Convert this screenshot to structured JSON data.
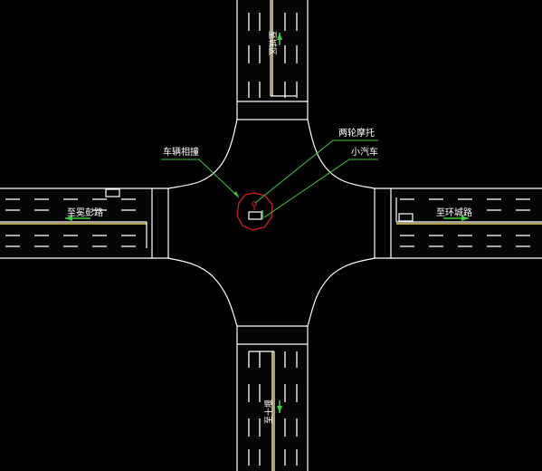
{
  "colors": {
    "background": "#000000",
    "road_lines": "#ffffff",
    "center_line": "#e8d86a",
    "leader_lines": "#39c739",
    "accident_circle": "#e02020",
    "direction_arrow": "#3ccf3c"
  },
  "annotations": {
    "collision": "车辆相撞",
    "motorcycle": "两轮摩托",
    "car": "小汽车"
  },
  "roads": {
    "west_label": "至冕彭路",
    "east_label": "至环城路",
    "north_label": "至城区",
    "south_label": "至十堰"
  },
  "icons": {
    "direction": "arrow-icon",
    "vehicle": "vehicle-rectangle-icon",
    "accident": "accident-circle-icon"
  }
}
